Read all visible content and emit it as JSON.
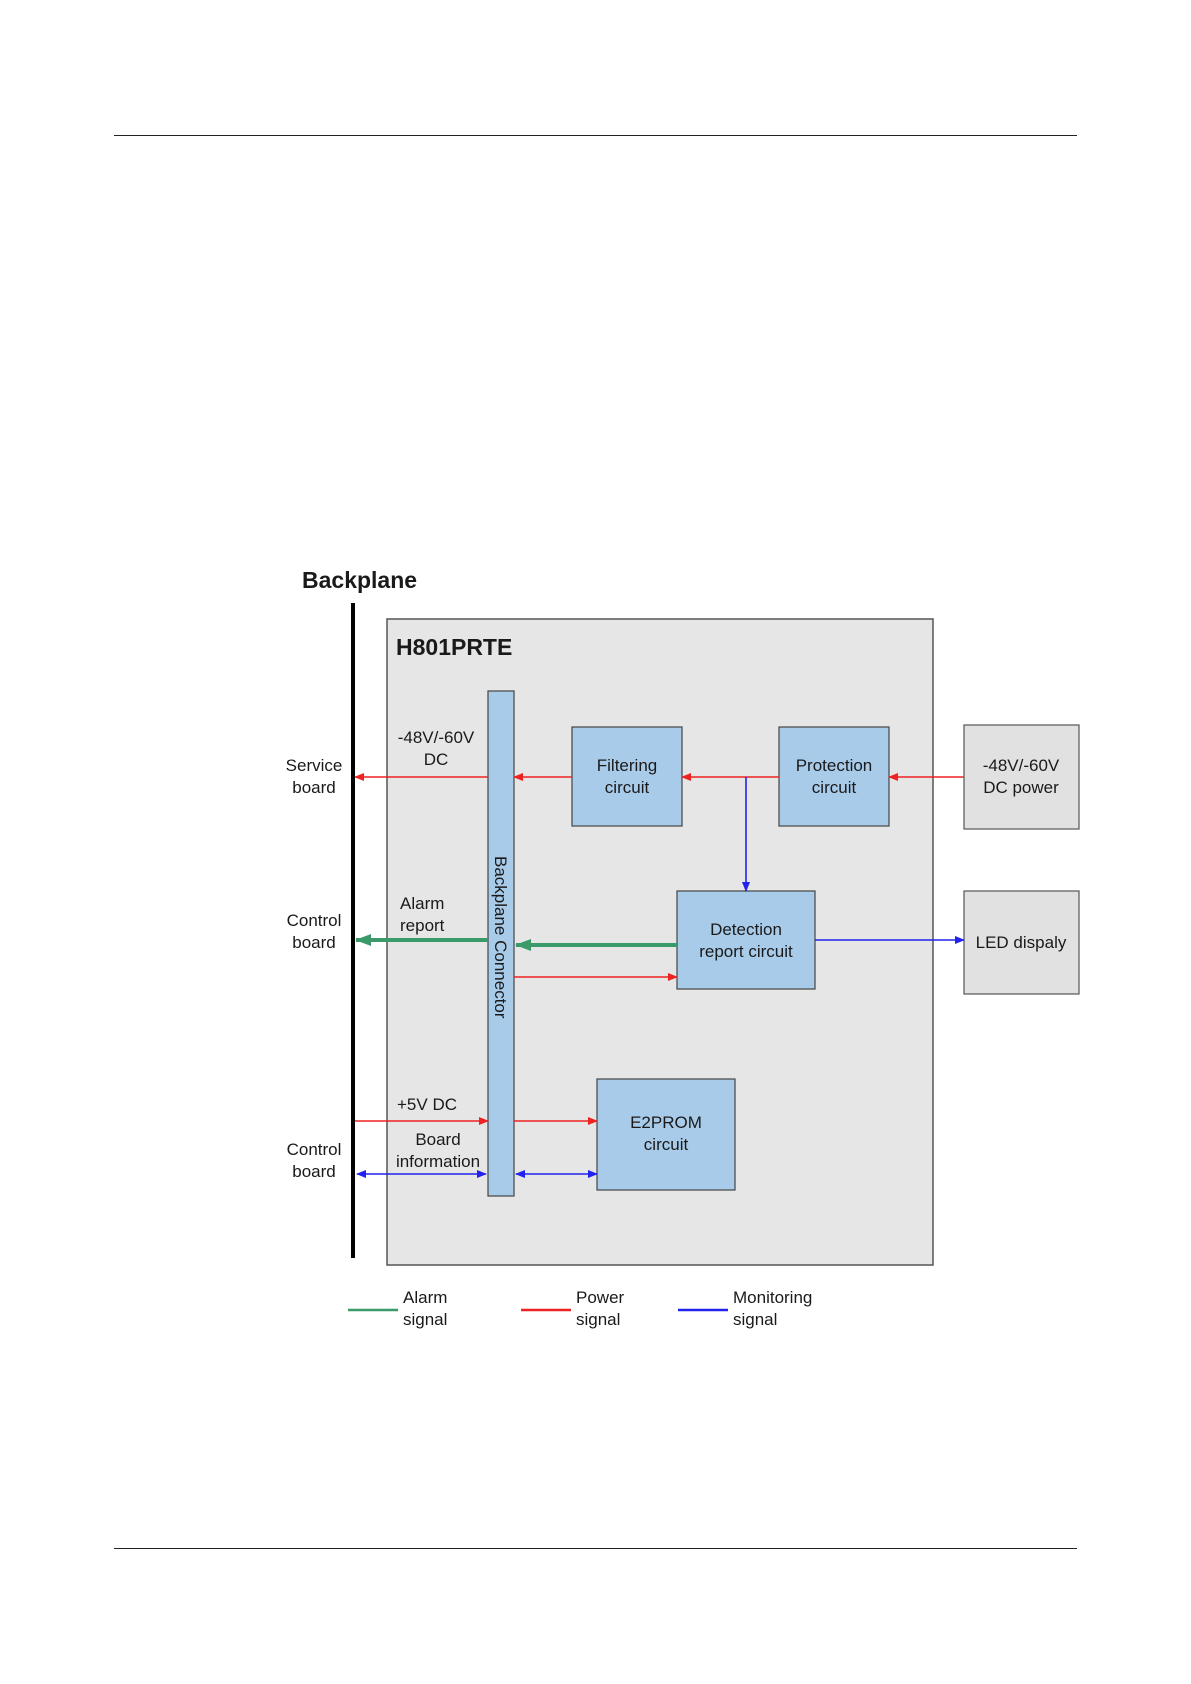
{
  "diagram": {
    "title": "Backplane",
    "board_name": "H801PRTE",
    "connector_label": "Backplane Connector",
    "left_labels": {
      "service_board": [
        "Service",
        "board"
      ],
      "control_board_1": [
        "Control",
        "board"
      ],
      "control_board_2": [
        "Control",
        "board"
      ]
    },
    "signal_labels": {
      "dc_48_60": [
        "-48V/-60V",
        "DC"
      ],
      "alarm_report": [
        "Alarm",
        "report"
      ],
      "plus_5v": "+5V DC",
      "board_info": [
        "Board",
        "information"
      ]
    },
    "blocks": {
      "filtering": [
        "Filtering",
        "circuit"
      ],
      "protection": [
        "Protection",
        "circuit"
      ],
      "detection": [
        "Detection",
        "report circuit"
      ],
      "e2prom": [
        "E2PROM",
        "circuit"
      ],
      "dc_power": [
        "-48V/-60V",
        "DC power"
      ],
      "led": "LED dispaly"
    },
    "legend": [
      {
        "name": [
          "Alarm",
          "signal"
        ],
        "color": "#3a9a6a"
      },
      {
        "name": [
          "Power",
          "signal"
        ],
        "color": "#ee2222"
      },
      {
        "name": [
          "Monitoring",
          "signal"
        ],
        "color": "#2222ee"
      }
    ],
    "colors": {
      "board_fill": "#e6e6e6",
      "block_fill": "#a8cbea",
      "external_fill": "#e1e1e1",
      "alarm": "#3a9a6a",
      "power": "#ee2222",
      "monitoring": "#2222ee"
    }
  }
}
